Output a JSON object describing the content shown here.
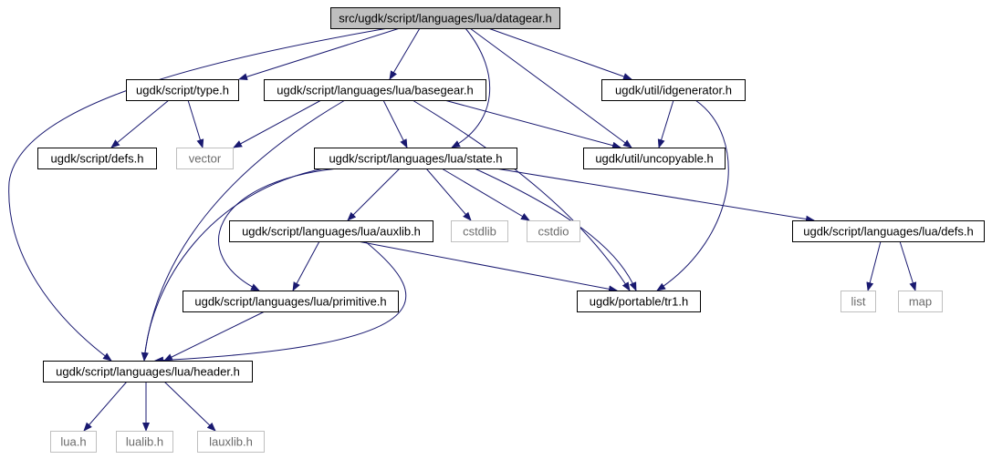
{
  "diagram": {
    "colors": {
      "edge": "#191970",
      "root_fill": "#bfbfbf",
      "node_border": "#000000",
      "external_border": "#bfbfbf",
      "background": "#ffffff"
    },
    "nodes": [
      {
        "id": "datagear",
        "label": "src/ugdk/script/languages/lua/datagear.h",
        "kind": "root"
      },
      {
        "id": "type",
        "label": "ugdk/script/type.h",
        "kind": "file"
      },
      {
        "id": "basegear",
        "label": "ugdk/script/languages/lua/basegear.h",
        "kind": "file"
      },
      {
        "id": "idgenerator",
        "label": "ugdk/util/idgenerator.h",
        "kind": "file"
      },
      {
        "id": "scriptdefs",
        "label": "ugdk/script/defs.h",
        "kind": "file"
      },
      {
        "id": "vector",
        "label": "vector",
        "kind": "external"
      },
      {
        "id": "state",
        "label": "ugdk/script/languages/lua/state.h",
        "kind": "file"
      },
      {
        "id": "uncopyable",
        "label": "ugdk/util/uncopyable.h",
        "kind": "file"
      },
      {
        "id": "auxlib",
        "label": "ugdk/script/languages/lua/auxlib.h",
        "kind": "file"
      },
      {
        "id": "cstdlib",
        "label": "cstdlib",
        "kind": "external"
      },
      {
        "id": "cstdio",
        "label": "cstdio",
        "kind": "external"
      },
      {
        "id": "luadefs",
        "label": "ugdk/script/languages/lua/defs.h",
        "kind": "file"
      },
      {
        "id": "primitive",
        "label": "ugdk/script/languages/lua/primitive.h",
        "kind": "file"
      },
      {
        "id": "tr1",
        "label": "ugdk/portable/tr1.h",
        "kind": "file"
      },
      {
        "id": "list",
        "label": "list",
        "kind": "external"
      },
      {
        "id": "map",
        "label": "map",
        "kind": "external"
      },
      {
        "id": "header",
        "label": "ugdk/script/languages/lua/header.h",
        "kind": "file"
      },
      {
        "id": "lua",
        "label": "lua.h",
        "kind": "external"
      },
      {
        "id": "lualib",
        "label": "lualib.h",
        "kind": "external"
      },
      {
        "id": "lauxlib",
        "label": "lauxlib.h",
        "kind": "external"
      }
    ],
    "edges": [
      {
        "from": "datagear",
        "to": "type"
      },
      {
        "from": "datagear",
        "to": "basegear"
      },
      {
        "from": "datagear",
        "to": "idgenerator"
      },
      {
        "from": "datagear",
        "to": "state"
      },
      {
        "from": "datagear",
        "to": "uncopyable"
      },
      {
        "from": "datagear",
        "to": "header"
      },
      {
        "from": "type",
        "to": "scriptdefs"
      },
      {
        "from": "type",
        "to": "vector"
      },
      {
        "from": "basegear",
        "to": "vector"
      },
      {
        "from": "basegear",
        "to": "state"
      },
      {
        "from": "basegear",
        "to": "uncopyable"
      },
      {
        "from": "basegear",
        "to": "tr1"
      },
      {
        "from": "basegear",
        "to": "header"
      },
      {
        "from": "idgenerator",
        "to": "uncopyable"
      },
      {
        "from": "idgenerator",
        "to": "tr1"
      },
      {
        "from": "state",
        "to": "auxlib"
      },
      {
        "from": "state",
        "to": "cstdlib"
      },
      {
        "from": "state",
        "to": "cstdio"
      },
      {
        "from": "state",
        "to": "luadefs"
      },
      {
        "from": "state",
        "to": "primitive"
      },
      {
        "from": "state",
        "to": "tr1"
      },
      {
        "from": "state",
        "to": "header"
      },
      {
        "from": "auxlib",
        "to": "primitive"
      },
      {
        "from": "auxlib",
        "to": "tr1"
      },
      {
        "from": "auxlib",
        "to": "header"
      },
      {
        "from": "primitive",
        "to": "header"
      },
      {
        "from": "luadefs",
        "to": "list"
      },
      {
        "from": "luadefs",
        "to": "map"
      },
      {
        "from": "header",
        "to": "lua"
      },
      {
        "from": "header",
        "to": "lualib"
      },
      {
        "from": "header",
        "to": "lauxlib"
      }
    ]
  }
}
